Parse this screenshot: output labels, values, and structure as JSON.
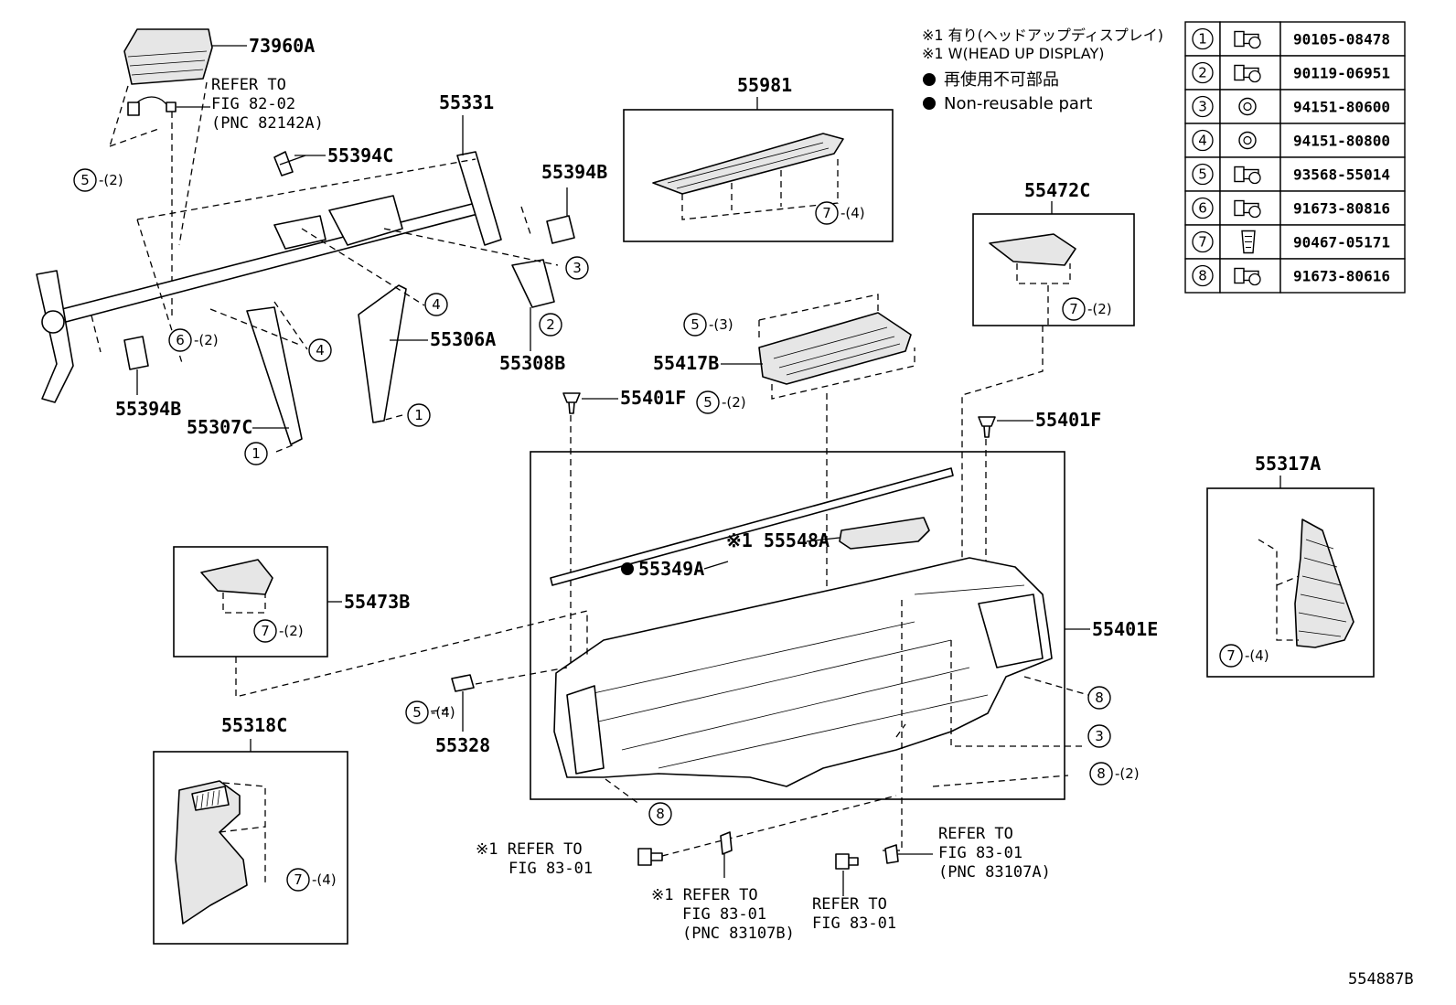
{
  "notes": {
    "line1": "※1 有り(ヘッドアップディスプレイ)",
    "line2": "※1 W(HEAD UP DISPLAY)",
    "line3": "再使用不可部品",
    "line4": "Non-reusable part"
  },
  "fastener_table": [
    {
      "n": "1",
      "part": "90105-08478"
    },
    {
      "n": "2",
      "part": "90119-06951"
    },
    {
      "n": "3",
      "part": "94151-80600"
    },
    {
      "n": "4",
      "part": "94151-80800"
    },
    {
      "n": "5",
      "part": "93568-55014"
    },
    {
      "n": "6",
      "part": "91673-80816"
    },
    {
      "n": "7",
      "part": "90467-05171"
    },
    {
      "n": "8",
      "part": "91673-80616"
    }
  ],
  "labels": {
    "p73960A": "73960A",
    "refer_82_02_a": "REFER TO",
    "refer_82_02_b": "FIG 82-02",
    "refer_82_02_c": "(PNC 82142A)",
    "p55331": "55331",
    "p55394C": "55394C",
    "p55394B_top": "55394B",
    "p55394B_bot": "55394B",
    "p55306A": "55306A",
    "p55308B": "55308B",
    "p55307C": "55307C",
    "p55981": "55981",
    "p55472C": "55472C",
    "p55417B": "55417B",
    "p55401F_left": "55401F",
    "p55401F_right": "55401F",
    "p55548A": "※1 55548A",
    "p55349A": "55349A",
    "p55473B": "55473B",
    "p55401E": "55401E",
    "p55317A": "55317A",
    "p55328": "55328",
    "p55318C": "55318C",
    "ref_83_01_a1": "※1 REFER TO",
    "ref_83_01_a2": "FIG 83-01",
    "ref_83_01_b1": "※1 REFER TO",
    "ref_83_01_b2": "FIG 83-01",
    "ref_83_01_b3": "(PNC 83107B)",
    "ref_83_01_c1": "REFER TO",
    "ref_83_01_c2": "FIG 83-01",
    "ref_83_01_d1": "REFER TO",
    "ref_83_01_d2": "FIG 83-01",
    "ref_83_01_d3": "(PNC 83107A)",
    "figure_id": "554887B"
  },
  "callouts": {
    "c5_2_a": {
      "n": "5",
      "qty": "-(2)"
    },
    "c6_2": {
      "n": "6",
      "qty": "-(2)"
    },
    "c3_a": {
      "n": "3",
      "qty": ""
    },
    "c2_a": {
      "n": "2",
      "qty": ""
    },
    "c4_a": {
      "n": "4",
      "qty": ""
    },
    "c4_b": {
      "n": "4",
      "qty": ""
    },
    "c1_a": {
      "n": "1",
      "qty": ""
    },
    "c1_b": {
      "n": "1",
      "qty": ""
    },
    "c7_4_a": {
      "n": "7",
      "qty": "-(4)"
    },
    "c7_2_a": {
      "n": "7",
      "qty": "-(2)"
    },
    "c5_3": {
      "n": "5",
      "qty": "-(3)"
    },
    "c5_2_b": {
      "n": "5",
      "qty": "-(2)"
    },
    "c7_2_b": {
      "n": "7",
      "qty": "-(2)"
    },
    "c5_4": {
      "n": "5",
      "qty": "-(4)"
    },
    "c8_a": {
      "n": "8",
      "qty": ""
    },
    "c3_b": {
      "n": "3",
      "qty": ""
    },
    "c8_2": {
      "n": "8",
      "qty": "-(2)"
    },
    "c8_b": {
      "n": "8",
      "qty": ""
    },
    "c7_4_b": {
      "n": "7",
      "qty": "-(4)"
    },
    "c7_4_c": {
      "n": "7",
      "qty": "-(4)"
    }
  }
}
